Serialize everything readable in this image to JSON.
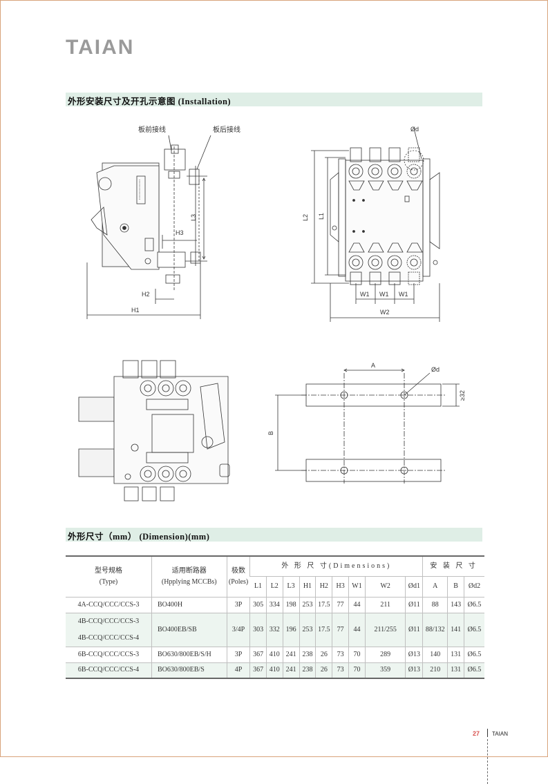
{
  "brand": "TAIAN",
  "section1_title": "外形安装尺寸及开孔示意图 (Installation)",
  "section2_title": "外形尺寸（mm） (Dimension)(mm)",
  "drawing": {
    "front_wiring": "板前接线",
    "rear_wiring": "板后接线",
    "H1": "H1",
    "H2": "H2",
    "H3": "H3",
    "L1": "L1",
    "L2": "L2",
    "L3": "L3",
    "W1": "W1",
    "W2": "W2",
    "d": "Ød",
    "A": "A",
    "B": "B",
    "ge32": "≥32"
  },
  "table": {
    "h_type_cn": "型号规格",
    "h_type_en": "(Type)",
    "h_mccb_cn": "适用断路器",
    "h_mccb_en": "(Hpplying MCCBs)",
    "h_poles_cn": "极数",
    "h_poles_en": "(Poles)",
    "h_dims": "外 形 尺 寸(Dimensions)",
    "h_install": "安 装 尺 寸",
    "cols": [
      "L1",
      "L2",
      "L3",
      "H1",
      "H2",
      "H3",
      "W1",
      "W2",
      "Ød1",
      "A",
      "B",
      "Ød2"
    ],
    "rows": [
      {
        "type": "4A-CCQ/CCC/CCS-3",
        "type2": "",
        "mccb": "BO400H",
        "poles": "3P",
        "v": [
          "305",
          "334",
          "198",
          "253",
          "17.5",
          "77",
          "44",
          "211",
          "Ø11",
          "88",
          "143",
          "Ø6.5"
        ]
      },
      {
        "type": "4B-CCQ/CCC/CCS-3",
        "type2": "4B-CCQ/CCC/CCS-4",
        "mccb": "BO400EB/SB",
        "poles": "3/4P",
        "v": [
          "303",
          "332",
          "196",
          "253",
          "17.5",
          "77",
          "44",
          "211/255",
          "Ø11",
          "88/132",
          "141",
          "Ø6.5"
        ]
      },
      {
        "type": "6B-CCQ/CCC/CCS-3",
        "type2": "",
        "mccb": "BO630/800EB/S/H",
        "poles": "3P",
        "v": [
          "367",
          "410",
          "241",
          "238",
          "26",
          "73",
          "70",
          "289",
          "Ø13",
          "140",
          "131",
          "Ø6.5"
        ]
      },
      {
        "type": "6B-CCQ/CCC/CCS-4",
        "type2": "",
        "mccb": "BO630/800EB/S",
        "poles": "4P",
        "v": [
          "367",
          "410",
          "241",
          "238",
          "26",
          "73",
          "70",
          "359",
          "Ø13",
          "210",
          "131",
          "Ø6.5"
        ]
      }
    ]
  },
  "footer": {
    "page": "27",
    "brand": "TAIAN"
  }
}
